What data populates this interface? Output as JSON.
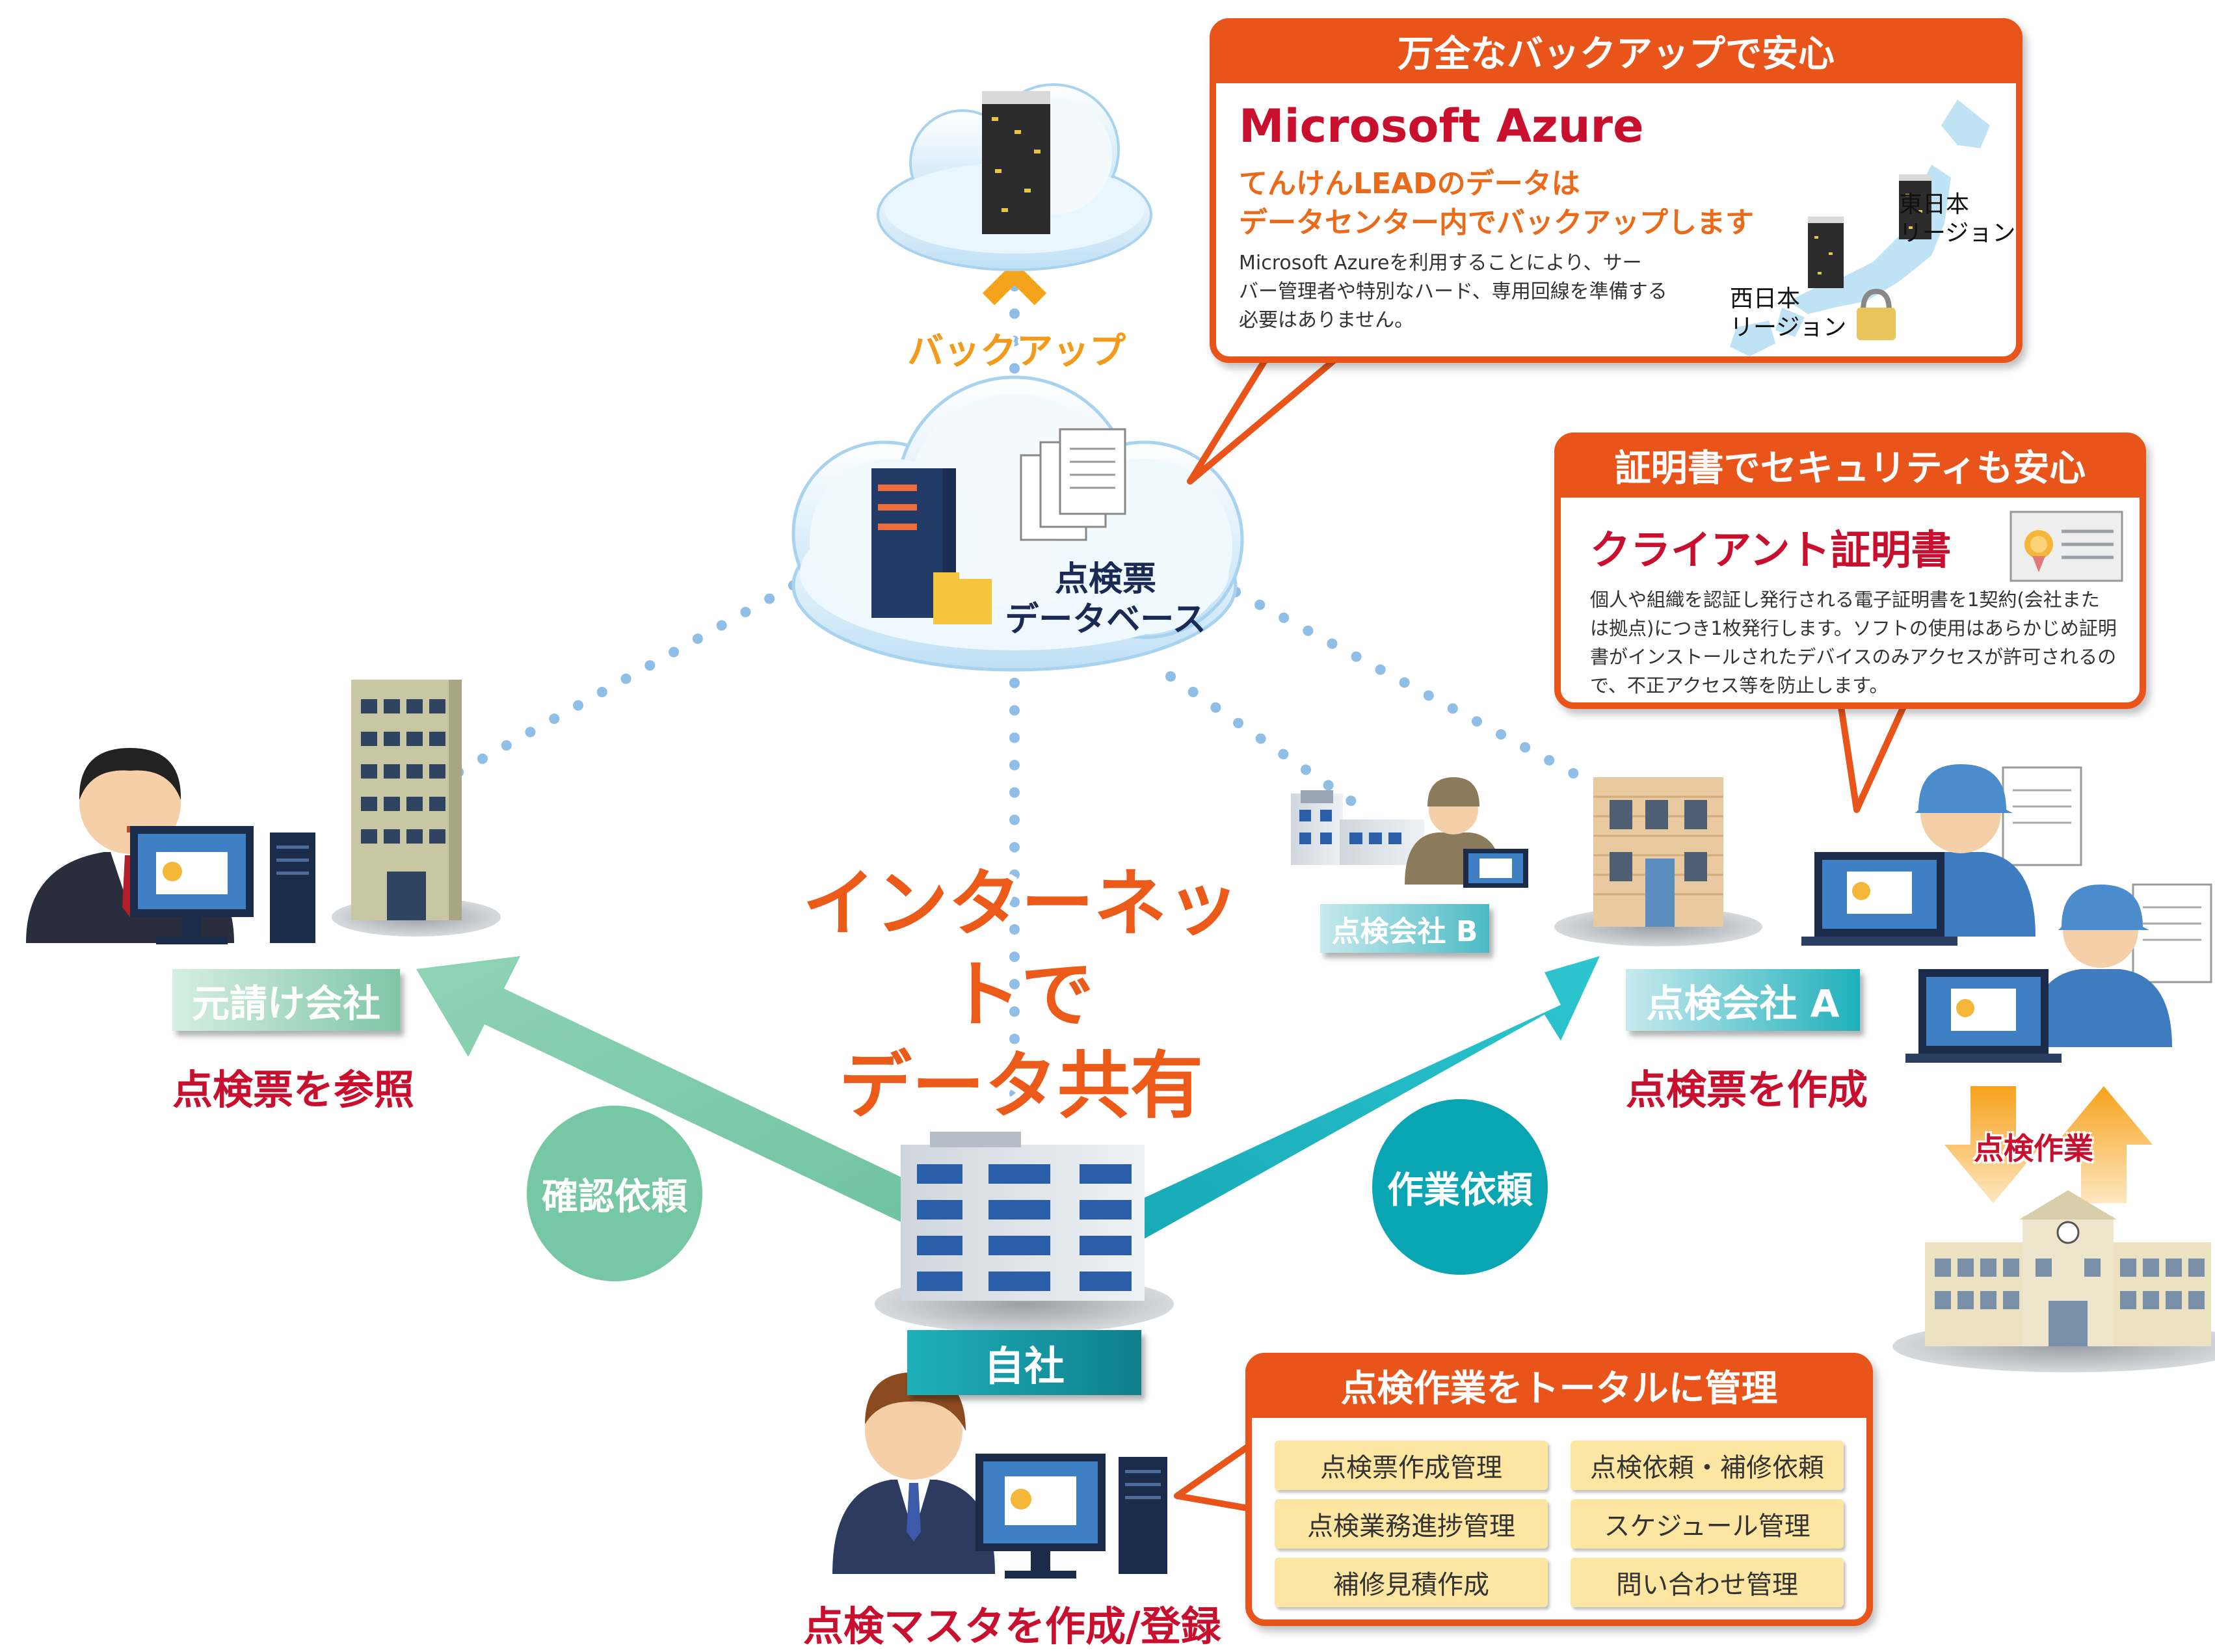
{
  "backup_callout": {
    "header": "万全なバックアップで安心",
    "azure_title": "Microsoft Azure",
    "subtitle_line1": "てんけんLEADのデータは",
    "subtitle_line2": "データセンター内でバックアップします",
    "desc_line1": "Microsoft Azureを利用することにより、サー",
    "desc_line2": "バー管理者や特別なハード、専用回線を準備する",
    "desc_line3": "必要はありません。",
    "east_region_line1": "東日本",
    "east_region_line2": "リージョン",
    "west_region_line1": "西日本",
    "west_region_line2": "リージョン"
  },
  "backup_label": "バックアップ",
  "database": {
    "line1": "点検票",
    "line2": "データベース"
  },
  "cert_callout": {
    "header": "証明書でセキュリティも安心",
    "title": "クライアント証明書",
    "desc_line1": "個人や組織を認証し発行される電子証明書を1契約(会社また",
    "desc_line2": "は拠点)につき1枚発行します。ソフトの使用はあらかじめ証明",
    "desc_line3": "書がインストールされたデバイスのみアクセスが許可されるの",
    "desc_line4": "で、不正アクセス等を防止します。"
  },
  "center_text": {
    "line1": "インターネットで",
    "line2": "データ共有"
  },
  "prime_contractor": {
    "label": "元請け会社",
    "action": "点検票を参照"
  },
  "company_b": {
    "label": "点検会社 B"
  },
  "company_a": {
    "label": "点検会社 A",
    "action": "点検票を作成"
  },
  "inspection_work": "点検作業",
  "confirm_request": "確認依頼",
  "work_request": "作業依頼",
  "own_company": {
    "label": "自社",
    "action": "点検マスタを作成/登録"
  },
  "management": {
    "header": "点検作業をトータルに管理",
    "items": [
      "点検票作成管理",
      "点検依頼・補修依頼",
      "点検業務進捗管理",
      "スケジュール管理",
      "補修見積作成",
      "問い合わせ管理"
    ]
  },
  "colors": {
    "orange": "#e8541a",
    "red": "#c8102e",
    "teal_dark": "#0aa5b3",
    "green_light": "#76c7a4",
    "dot_blue": "#8fbfe6"
  }
}
